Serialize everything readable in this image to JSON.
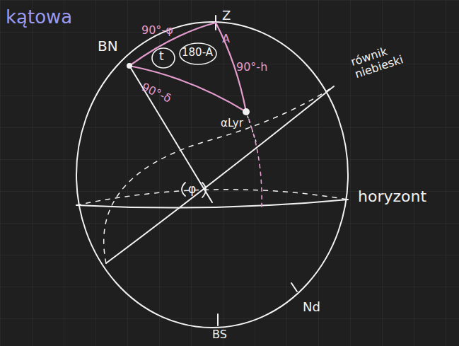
{
  "diagram": {
    "labels": [
      "kątowa",
      "BN",
      "90°-φ",
      "Z",
      "t",
      "180-A",
      "A",
      "90°-h",
      "90°-δ",
      "αLyr",
      "φ",
      "równik niebieski",
      "horyzont",
      "Nd",
      "BS"
    ]
  }
}
